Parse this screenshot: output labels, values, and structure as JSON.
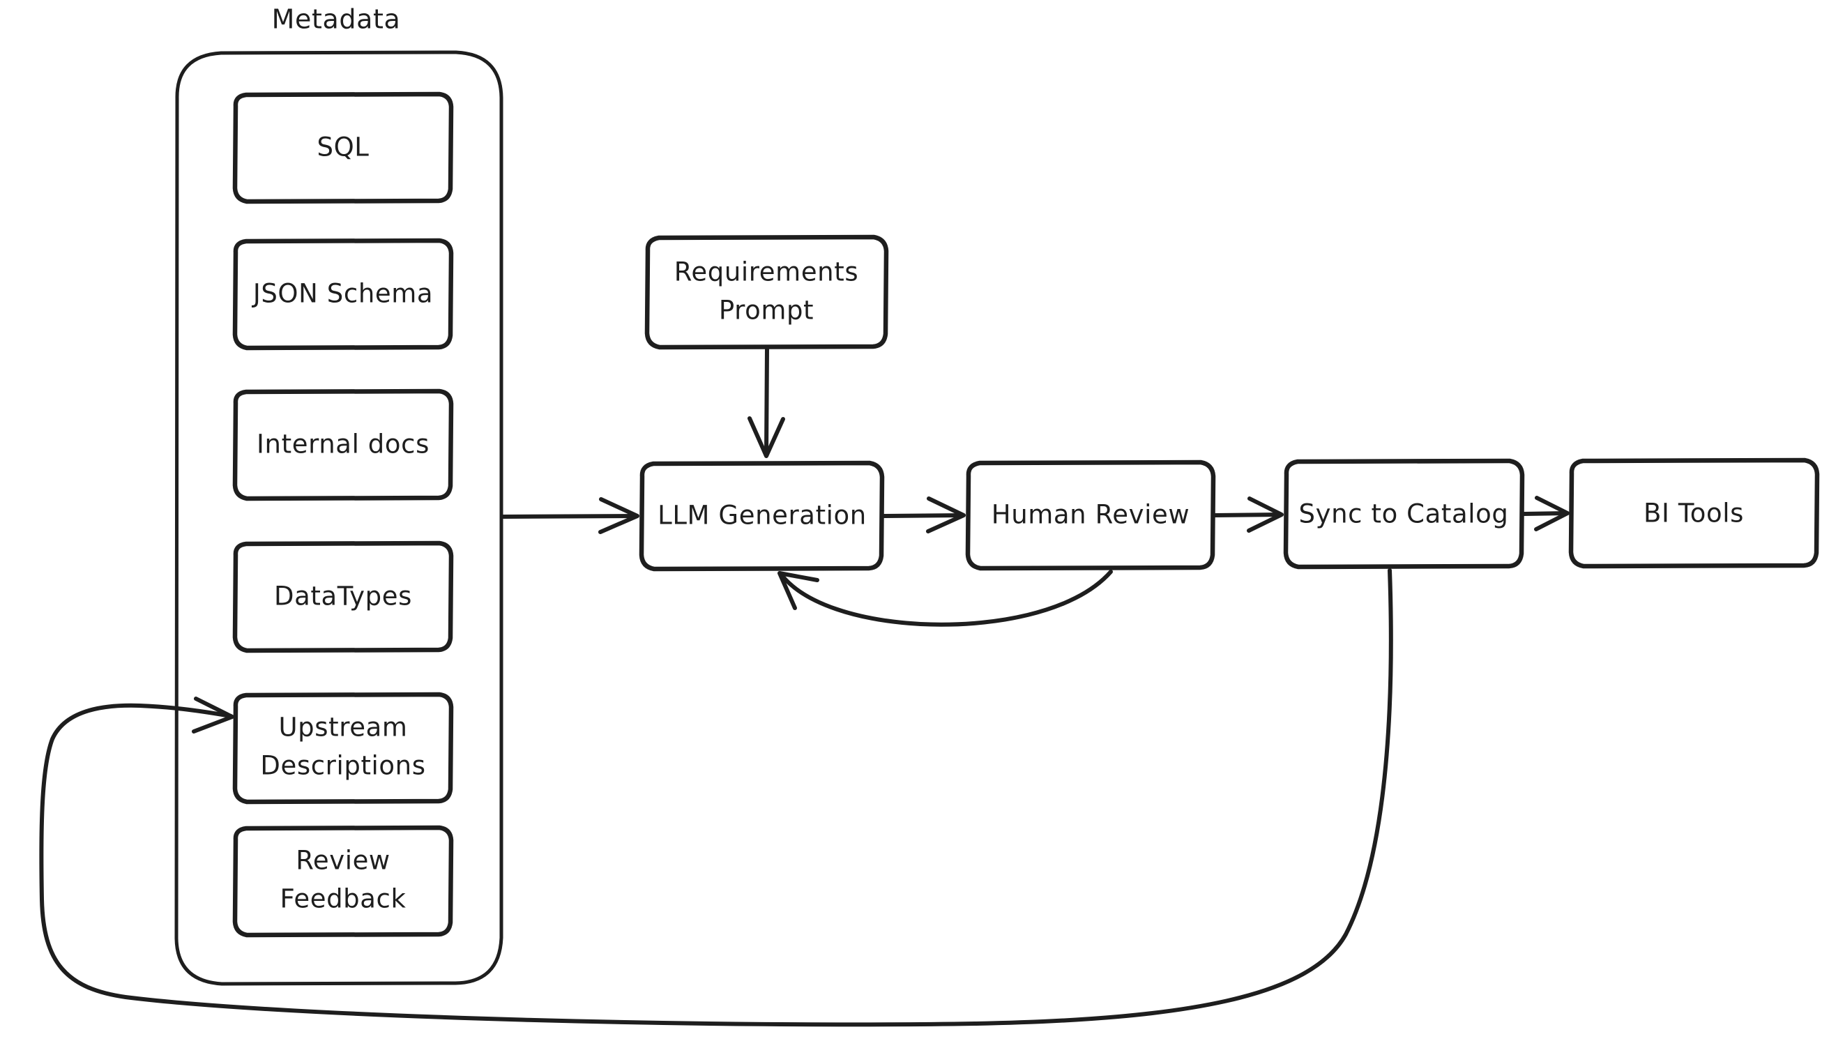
{
  "diagram": {
    "title": "Metadata",
    "background_color": "#ffffff",
    "stroke_color": "#1e1e1e",
    "style": "hand-drawn-flowchart",
    "metadata_group": {
      "label": "Metadata",
      "items": [
        {
          "id": "sql",
          "label": "SQL"
        },
        {
          "id": "json-schema",
          "label": "JSON Schema"
        },
        {
          "id": "internal-docs",
          "label": "Internal docs"
        },
        {
          "id": "datatypes",
          "label": "DataTypes"
        },
        {
          "id": "upstream-descriptions",
          "label_line1": "Upstream",
          "label_line2": "Descriptions"
        },
        {
          "id": "review-feedback",
          "label_line1": "Review",
          "label_line2": "Feedback"
        }
      ]
    },
    "nodes": [
      {
        "id": "requirements-prompt",
        "label_line1": "Requirements",
        "label_line2": "Prompt"
      },
      {
        "id": "llm-generation",
        "label": "LLM Generation"
      },
      {
        "id": "human-review",
        "label": "Human Review"
      },
      {
        "id": "sync-to-catalog",
        "label": "Sync to Catalog"
      },
      {
        "id": "bi-tools",
        "label": "BI Tools"
      }
    ],
    "edges": [
      {
        "id": "metadata-to-llm",
        "from": "Metadata",
        "to": "LLM Generation",
        "label": ""
      },
      {
        "id": "requirements-to-llm",
        "from": "Requirements Prompt",
        "to": "LLM Generation",
        "label": ""
      },
      {
        "id": "llm-to-review",
        "from": "LLM Generation",
        "to": "Human Review",
        "label": ""
      },
      {
        "id": "review-to-llm-feedback",
        "from": "Human Review",
        "to": "LLM Generation",
        "label": ""
      },
      {
        "id": "review-to-sync",
        "from": "Human Review",
        "to": "Sync to Catalog",
        "label": ""
      },
      {
        "id": "sync-to-bi",
        "from": "Sync to Catalog",
        "to": "BI Tools",
        "label": ""
      },
      {
        "id": "sync-to-upstream-loop",
        "from": "Sync to Catalog",
        "to": "Upstream Descriptions",
        "label": ""
      }
    ]
  }
}
